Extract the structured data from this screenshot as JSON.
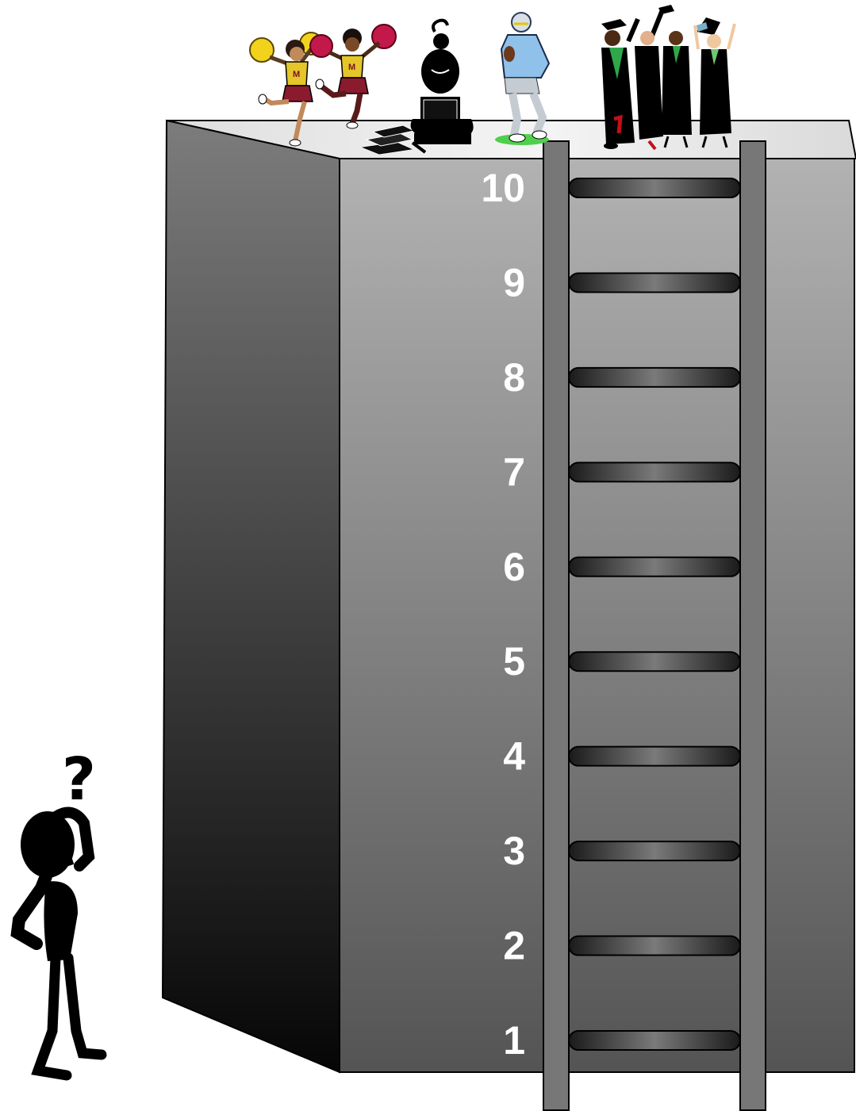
{
  "rung_labels": [
    "1",
    "2",
    "3",
    "4",
    "5",
    "6",
    "7",
    "8",
    "9",
    "10"
  ],
  "thinker": {
    "question_mark": "?"
  },
  "cheerleaders": {
    "jersey_letter": "M"
  },
  "icons": {
    "cheerleaders": "cheerleaders-icon",
    "student": "student-at-computer-icon",
    "books": "stack-of-books-icon",
    "football": "football-player-icon",
    "graduates": "graduates-icon",
    "thinker": "thinking-person-icon"
  },
  "colors": {
    "box_front_top": "#b0b0b0",
    "box_front_bottom": "#555555",
    "box_side_top": "#7a7a7a",
    "box_side_bottom": "#070707",
    "ladder_rail": "#777777",
    "pompom_yellow": "#f2d21c",
    "pompom_red": "#c2184a",
    "jersey": "#e4c52a",
    "field_green": "#4fd04a"
  }
}
